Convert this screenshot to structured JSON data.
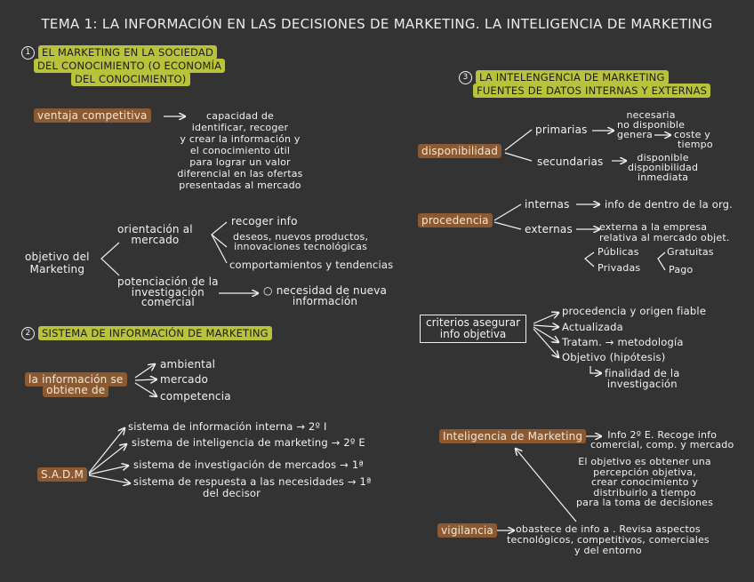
{
  "title": "TEMA 1: LA INFORMACIÓN EN LAS DECISIONES DE MARKETING. LA INTELIGENCIA DE MARKETING",
  "s1": {
    "num": "1",
    "heading": [
      "EL MARKETING EN LA SOCIEDAD",
      "DEL CONOCIMIENTO (O ECONOMÍA",
      "DEL CONOCIMIENTO)"
    ],
    "ventaja": "ventaja competitiva",
    "ventaja_desc": [
      "capacidad de",
      "identificar, recoger",
      "y crear la información y",
      "el conocimiento útil",
      "para lograr un valor",
      "diferencial en las ofertas",
      "presentadas al mercado"
    ],
    "objetivo": [
      "objetivo del",
      "Marketing"
    ],
    "orientacion": [
      "orientación al",
      "mercado"
    ],
    "orient_items": [
      "recoger info",
      "deseos, nuevos productos,",
      "innovaciones tecnológicas",
      "comportamientos y tendencias"
    ],
    "potenciacion": [
      "potenciación de la",
      "investigación",
      "comercial"
    ],
    "necesidad": [
      "necesidad de nueva",
      "información"
    ]
  },
  "s2": {
    "num": "2",
    "heading": "SISTEMA DE INFORMACIÓN DE MARKETING",
    "obtiene": [
      "la información se",
      "obtiene de"
    ],
    "obtiene_items": [
      "ambiental",
      "mercado",
      "competencia"
    ],
    "sadm": "S.A.D.M",
    "sadm_items": [
      "sistema de información interna → 2º I",
      "sistema de inteligencia de marketing → 2º E",
      "sistema de investigación de mercados → 1ª",
      "sistema de respuesta a las necesidades → 1ª",
      "del decisor"
    ]
  },
  "s3": {
    "num": "3",
    "heading": [
      "LA INTELENGENCIA DE MARKETING",
      "FUENTES DE DATOS INTERNAS Y EXTERNAS"
    ],
    "disponibilidad": "disponibilidad",
    "primarias": "primarias",
    "primarias_items": [
      "necesaria",
      "no disponible",
      "genera",
      "coste y",
      "tiempo"
    ],
    "secundarias": "secundarias",
    "secundarias_items": [
      "disponible",
      "disponibilidad",
      "inmediata"
    ],
    "procedencia": "procedencia",
    "internas": "internas",
    "internas_desc": "info de dentro de la org.",
    "externas": "externas",
    "externas_desc": [
      "externa a la empresa",
      "relativa al mercado objet."
    ],
    "publicas": "Públicas",
    "privadas": "Privadas",
    "gratuitas": "Gratuitas",
    "pago": "Pago",
    "criterios": [
      "criterios asegurar",
      "info objetiva"
    ],
    "criterios_items": [
      "procedencia y origen fiable",
      "Actualizada",
      "Tratam. → metodología",
      "Objetivo (hipótesis)",
      "finalidad de la",
      "investigación"
    ],
    "inteligencia": "Inteligencia de Marketing",
    "inteligencia_desc": [
      "Info 2º E. Recoge info",
      "comercial, comp. y mercado"
    ],
    "objetivo_desc": [
      "El objetivo es obtener una",
      "percepción objetiva,",
      "crear conocimiento y",
      "distribuirlo a tiempo",
      "para la toma de decisiones"
    ],
    "vigilancia": "vigilancia",
    "vigilancia_desc": [
      "obastece de info a . Revisa aspectos",
      "tecnológicos, competitivos, comerciales",
      "y del entorno"
    ]
  },
  "colors": {
    "background": "#333333",
    "yellow_highlight": "#b9c23a",
    "orange_highlight": "#8c5a32",
    "ink": "#f2f2f2"
  }
}
